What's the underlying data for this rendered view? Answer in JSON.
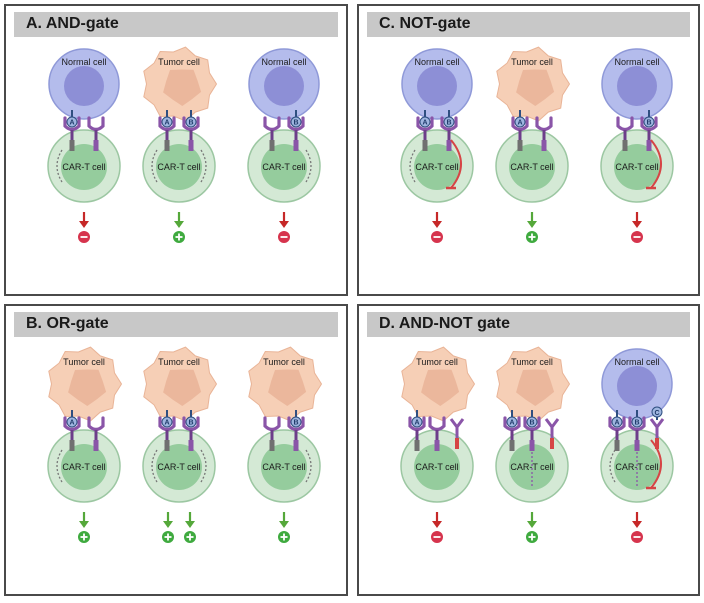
{
  "panels": [
    {
      "id": "and-gate",
      "title": "A. AND-gate",
      "columns": [
        {
          "target": "normal",
          "cell_label": "Normal cell",
          "receptors": [
            "A",
            ""
          ],
          "signal": "on-left",
          "inhibitor": false,
          "tcell_label": "CAR-T cell",
          "outcome": [
            "minus"
          ]
        },
        {
          "target": "tumor",
          "cell_label": "Tumor cell",
          "receptors": [
            "A",
            "B"
          ],
          "signal": "both",
          "inhibitor": false,
          "tcell_label": "CAR-T cell",
          "outcome": [
            "plus"
          ]
        },
        {
          "target": "normal",
          "cell_label": "Normal cell",
          "receptors": [
            "",
            "B"
          ],
          "signal": "on-right",
          "inhibitor": false,
          "tcell_label": "CAR-T cell",
          "outcome": [
            "minus"
          ]
        }
      ]
    },
    {
      "id": "not-gate",
      "title": "C. NOT-gate",
      "columns": [
        {
          "target": "normal",
          "cell_label": "Normal cell",
          "receptors": [
            "A",
            "B"
          ],
          "signal": "on-left",
          "inhibitor": true,
          "tcell_label": "CAR-T cell",
          "outcome": [
            "minus"
          ]
        },
        {
          "target": "tumor",
          "cell_label": "Tumor cell",
          "receptors": [
            "A",
            ""
          ],
          "signal": "none",
          "inhibitor": false,
          "tcell_label": "CAR-T cell",
          "outcome": [
            "plus"
          ]
        },
        {
          "target": "normal",
          "cell_label": "Normal cell",
          "receptors": [
            "",
            "B"
          ],
          "signal": "none",
          "inhibitor": true,
          "tcell_label": "CAR-T cell",
          "outcome": [
            "minus"
          ]
        }
      ]
    },
    {
      "id": "or-gate",
      "title": "B. OR-gate",
      "columns": [
        {
          "target": "tumor",
          "cell_label": "Tumor cell",
          "receptors": [
            "A",
            ""
          ],
          "signal": "on-left",
          "inhibitor": false,
          "tcell_label": "CAR-T cell",
          "outcome": [
            "plus"
          ]
        },
        {
          "target": "tumor",
          "cell_label": "Tumor cell",
          "receptors": [
            "A",
            "B"
          ],
          "signal": "both",
          "inhibitor": false,
          "tcell_label": "CAR-T cell",
          "outcome": [
            "plus",
            "plus"
          ]
        },
        {
          "target": "tumor",
          "cell_label": "Tumor cell",
          "receptors": [
            "",
            "B"
          ],
          "signal": "on-right",
          "inhibitor": false,
          "tcell_label": "CAR-T cell",
          "outcome": [
            "plus"
          ]
        }
      ]
    },
    {
      "id": "and-not-gate",
      "title": "D. AND-NOT gate",
      "columns": [
        {
          "target": "tumor",
          "cell_label": "Tumor cell",
          "receptors": [
            "A",
            "",
            ""
          ],
          "signal": "none",
          "inhibitor": false,
          "tcell_label": "CAR-T cell",
          "outcome": [
            "minus"
          ]
        },
        {
          "target": "tumor",
          "cell_label": "Tumor cell",
          "receptors": [
            "A",
            "B",
            ""
          ],
          "signal": "center",
          "inhibitor": false,
          "tcell_label": "CAR-T cell",
          "outcome": [
            "plus"
          ]
        },
        {
          "target": "normal",
          "cell_label": "Normal cell",
          "receptors": [
            "A",
            "B",
            "C"
          ],
          "signal": "left-center",
          "inhibitor": true,
          "tcell_label": "CAR-T cell",
          "outcome": [
            "minus"
          ]
        }
      ]
    }
  ],
  "colors": {
    "panel_border": "#4a4a4a",
    "header_bg": "#c8c8c8",
    "normal_outer": "#b4bcec",
    "normal_stroke": "#8f99d8",
    "normal_nucleus": "#8d8fd6",
    "tumor_outer": "#f6cfb6",
    "tumor_nucleus": "#ebb79c",
    "tcell_outer": "#d4e9d5",
    "tcell_stroke": "#9cc7a2",
    "tcell_nucleus": "#95cc9d",
    "receptor": "#8a55a8",
    "receptor_dark": "#6d3d8a",
    "antigen_stroke": "#2f4f80",
    "antigen_fill": "#9fb6e0",
    "stem_grey": "#707070",
    "inhibitory_red": "#d64545",
    "arrow_red": "#c62828",
    "arrow_green": "#55a83a",
    "minus_fill": "#d6344d",
    "plus_fill": "#3faa3f"
  }
}
